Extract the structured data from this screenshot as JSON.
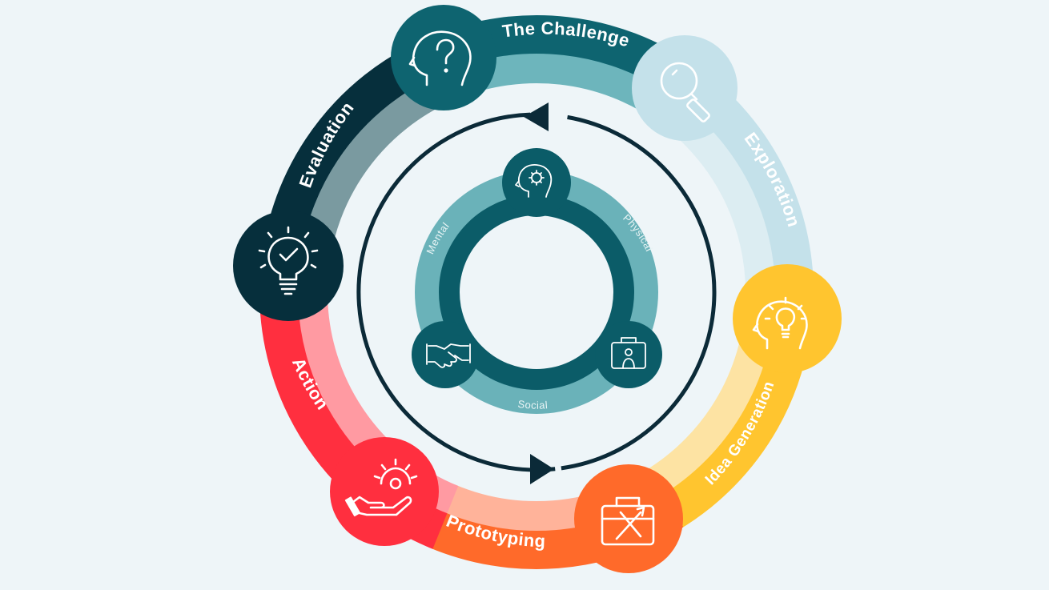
{
  "stages": [
    {
      "key": "challenge",
      "label": "The Challenge",
      "outer": "#0e6470",
      "inner": "#6db5bc",
      "icon": "head-question-icon"
    },
    {
      "key": "exploration",
      "label": "Exploration",
      "outer": "#c4e1ea",
      "inner": "#dcedf2",
      "icon": "magnifier-icon"
    },
    {
      "key": "idea",
      "label": "Idea Generation",
      "outer": "#ffc52f",
      "inner": "#fde3a3",
      "icon": "head-lightbulb-icon"
    },
    {
      "key": "prototyping",
      "label": "Prototyping",
      "outer": "#ff6a2a",
      "inner": "#ffb39a",
      "icon": "toolbox-icon"
    },
    {
      "key": "action",
      "label": "Action",
      "outer": "#ff2f3f",
      "inner": "#ff9aa2",
      "icon": "hand-gear-icon"
    },
    {
      "key": "evaluation",
      "label": "Evaluation",
      "outer": "#062f3c",
      "inner": "#7a9aa0",
      "icon": "lightbulb-check-icon"
    }
  ],
  "inner_cycle": {
    "labels": [
      "Mental",
      "Physical",
      "Social"
    ],
    "icons": [
      "head-gear-icon",
      "briefcase-person-icon",
      "handshake-icon"
    ],
    "ring_color": "#6ab2b9",
    "core_color": "#0b5c68"
  },
  "arrow_color": "#0b2a38"
}
